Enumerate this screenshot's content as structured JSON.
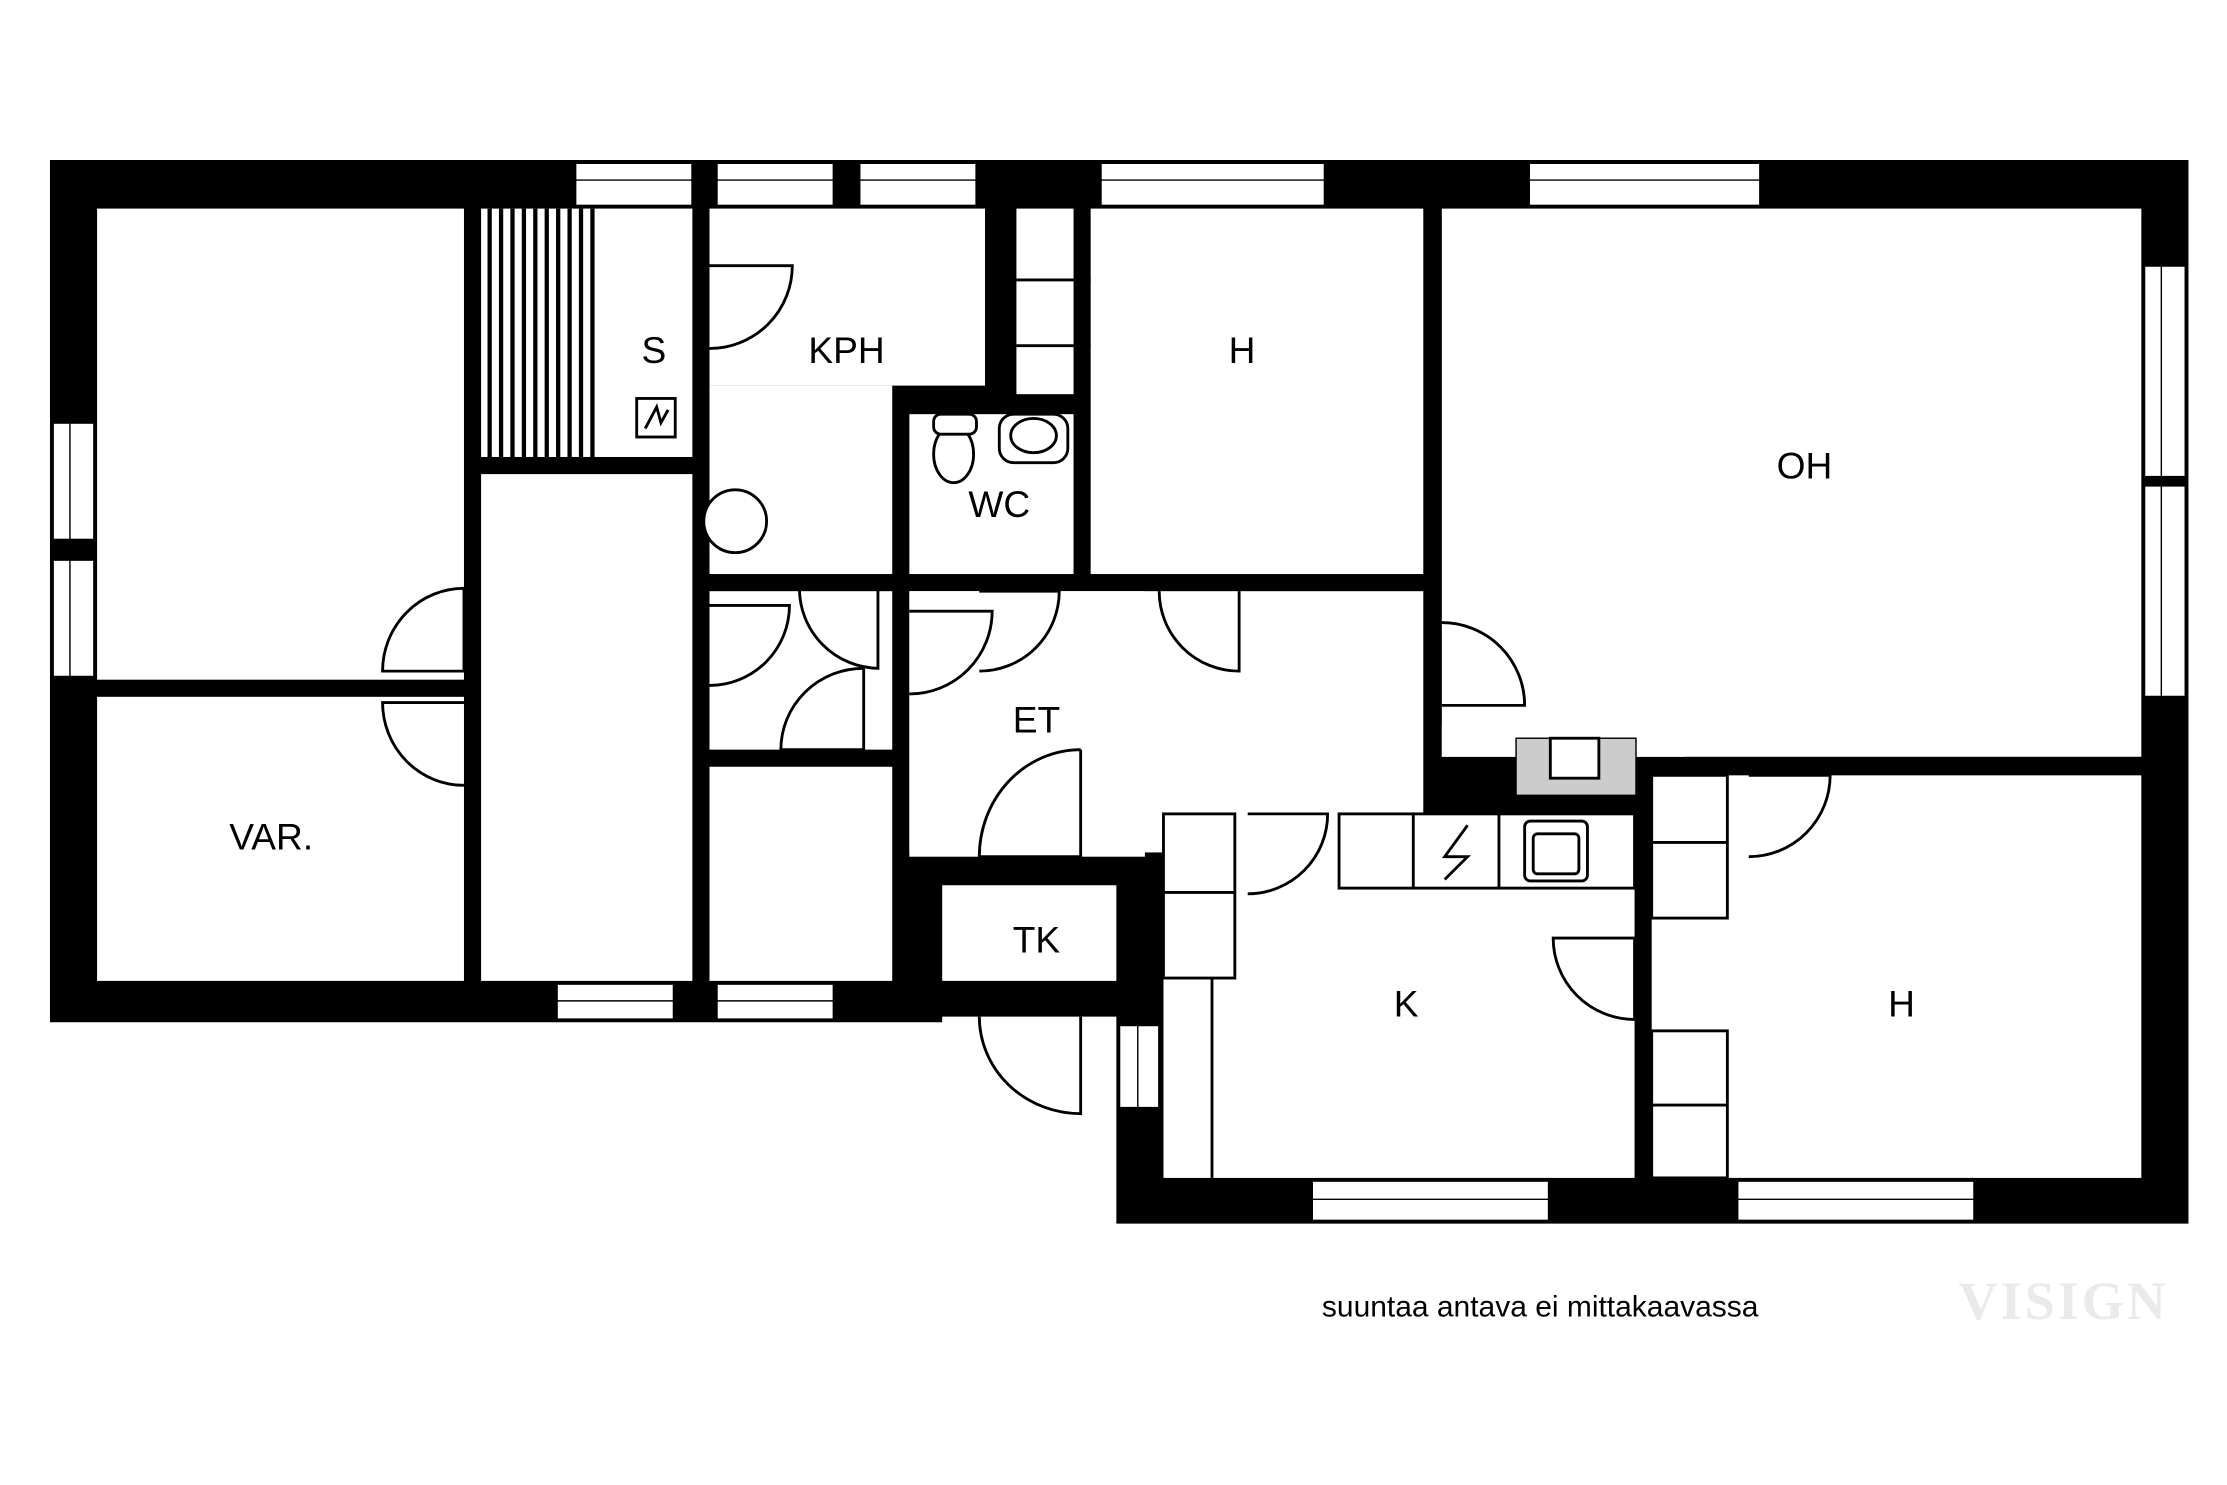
{
  "floorplan": {
    "rooms": {
      "sauna": "S",
      "bathroom": "KPH",
      "toilet": "WC",
      "bedroom_top": "H",
      "living_room": "OH",
      "hallway": "ET",
      "storage": "VAR.",
      "technical_room": "TK",
      "kitchen": "K",
      "bedroom_bottom": "H"
    },
    "note": "suuntaa antava ei mittakaavassa",
    "watermark": "VISIGN",
    "colors": {
      "wall": "#000000",
      "floor": "#ffffff",
      "fireplace": "#cccccc",
      "watermark": "#ece9e9"
    }
  }
}
